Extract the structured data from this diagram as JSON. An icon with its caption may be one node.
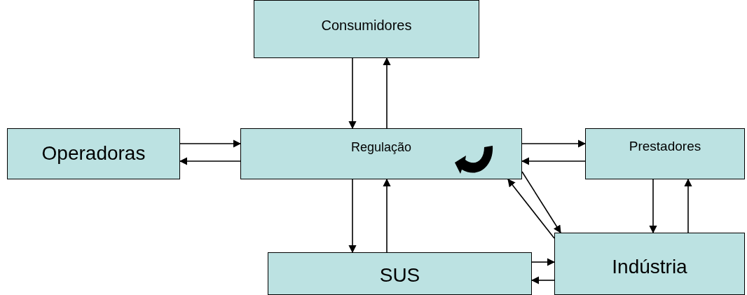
{
  "diagram": {
    "nodes": [
      {
        "text": [
          "Consumidores"
        ]
      },
      {
        "text": [
          "Operadoras"
        ]
      },
      {
        "text": [
          "Regulação"
        ]
      },
      {
        "text": [
          "Prestadores"
        ]
      },
      {
        "text": [
          "SUS"
        ]
      },
      {
        "text": [
          "Indústria"
        ]
      }
    ],
    "edges": [
      {
        "from": 0,
        "to": 2,
        "arrow": "to"
      },
      {
        "from": 2,
        "to": 0,
        "arrow": "to"
      },
      {
        "from": 1,
        "to": 2,
        "arrow": "to"
      },
      {
        "from": 2,
        "to": 1,
        "arrow": "to"
      },
      {
        "from": 2,
        "to": 3,
        "arrow": "to"
      },
      {
        "from": 3,
        "to": 2,
        "arrow": "to"
      },
      {
        "from": 2,
        "to": 4,
        "arrow": "to"
      },
      {
        "from": 4,
        "to": 2,
        "arrow": "to"
      },
      {
        "from": 3,
        "to": 5,
        "arrow": "to"
      },
      {
        "from": 5,
        "to": 3,
        "arrow": "to"
      },
      {
        "from": 4,
        "to": 5,
        "arrow": "to"
      },
      {
        "from": 5,
        "to": 4,
        "arrow": "to"
      },
      {
        "from": 2,
        "to": 5,
        "arrow": "to"
      },
      {
        "from": 5,
        "to": 2,
        "arrow": "to"
      }
    ]
  }
}
